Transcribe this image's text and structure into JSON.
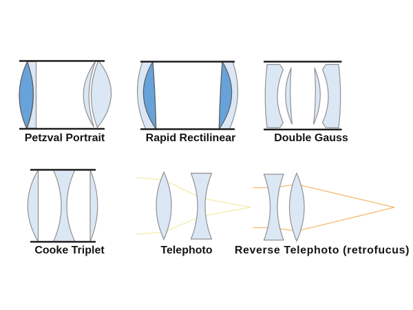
{
  "colors": {
    "lens_light": "#dbe7f5",
    "lens_dark": "#67a3da",
    "outline": "#8f8f8f",
    "outline_dark": "#5a5a5a",
    "axis_line": "#1c1c1c",
    "ray_yellow": "#f1eca8",
    "ray_orange": "#f3ba6c"
  },
  "diagrams": [
    {
      "id": "petzval-portrait",
      "label": "Petzval Portrait",
      "elements": "cemented doublet front, air-spaced doublet rear"
    },
    {
      "id": "rapid-rectilinear",
      "label": "Rapid Rectilinear",
      "elements": "symmetric meniscus doublets"
    },
    {
      "id": "double-gauss",
      "label": "Double Gauss",
      "elements": "four meniscus elements"
    },
    {
      "id": "cooke-triplet",
      "label": "Cooke Triplet",
      "elements": "plano-convex, biconcave, plano-convex"
    },
    {
      "id": "telephoto",
      "label": "Telephoto",
      "elements": "biconvex then biconcave, rays converge to focus"
    },
    {
      "id": "reverse-telephoto",
      "label": "Reverse Telephoto (retrofucus)",
      "elements": "biconcave then biconvex, rays converge to focus"
    }
  ]
}
